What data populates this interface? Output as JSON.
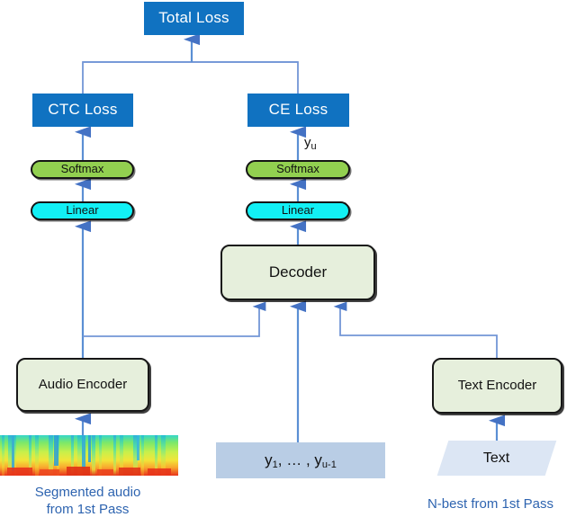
{
  "diagram": {
    "title": "Two-pass ASR rescoring training graph",
    "colors": {
      "loss_blue": "#1072C1",
      "softmax_green": "#92D050",
      "linear_cyan": "#12F0F5",
      "module_green": "#E6EFDC",
      "data_blue": "#B9CDE5",
      "parallelogram_blue": "#DCE6F4",
      "wire_blue": "#5B8FD4",
      "arrow_blue": "#4472C4",
      "caption_blue": "#2E64B0"
    },
    "nodes": {
      "total_loss": "Total Loss",
      "ctc_loss": "CTC Loss",
      "ce_loss": "CE Loss",
      "softmax_left": "Softmax",
      "softmax_right": "Softmax",
      "linear_left": "Linear",
      "linear_right": "Linear",
      "decoder": "Decoder",
      "audio_encoder": "Audio Encoder",
      "text_encoder": "Text Encoder",
      "prev_tokens_prefix": "y",
      "prev_tokens_sub1": "1",
      "prev_tokens_mid": ", … , y",
      "prev_tokens_sub2": "u-1",
      "text_input": "Text"
    },
    "annotations": {
      "decoder_output_prefix": "y",
      "decoder_output_sub": "u"
    },
    "captions": {
      "audio_caption_line1": "Segmented audio",
      "audio_caption_line2": "from 1st Pass",
      "text_caption": "N-best from 1st Pass"
    }
  }
}
